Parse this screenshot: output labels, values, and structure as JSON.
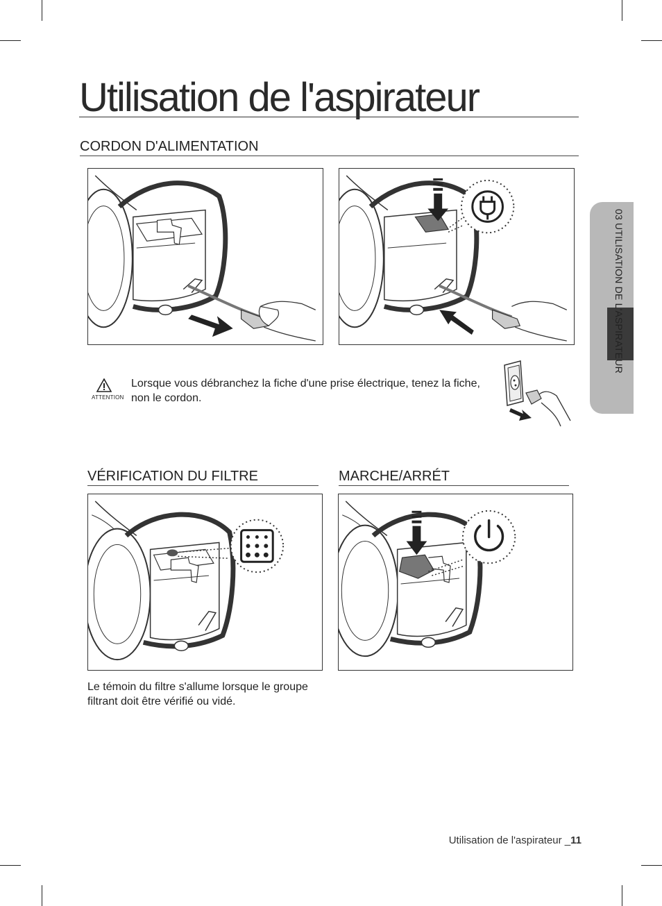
{
  "page": {
    "title": "Utilisation de l'aspirateur"
  },
  "side_tab": {
    "label": "03 UTILISATION DE L'ASPIRATEUR"
  },
  "sections": {
    "cord": {
      "heading": "CORDON D'ALIMENTATION",
      "warning_label": "ATTENTION",
      "warning_text": "Lorsque vous débranchez la fiche d'une prise électrique, tenez la fiche, non le cordon."
    },
    "filter": {
      "heading": "VÉRIFICATION DU FILTRE",
      "description": "Le témoin du filtre s'allume lorsque le groupe filtrant doit être vérifié ou vidé."
    },
    "power": {
      "heading": "MARCHE/ARRÉT"
    }
  },
  "footer": {
    "text": "Utilisation de l'aspirateur _",
    "page_number": "11"
  },
  "icons": {
    "warning": "warning-triangle-icon",
    "plug": "plug-icon",
    "filter": "filter-indicator-icon",
    "power": "power-icon"
  }
}
